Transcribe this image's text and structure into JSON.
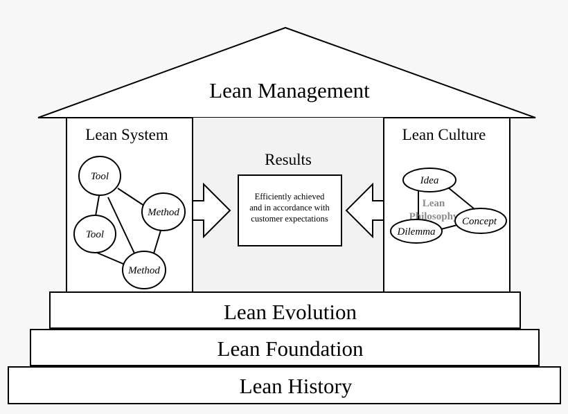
{
  "roof": {
    "title": "Lean Management"
  },
  "left_pillar": {
    "title": "Lean System",
    "nodes": [
      "Tool",
      "Method",
      "Tool",
      "Method"
    ]
  },
  "right_pillar": {
    "title": "Lean Culture",
    "nodes": [
      "Idea",
      "Concept",
      "Dilemma"
    ],
    "watermark_line1": "Lean",
    "watermark_line2": "Philosophy"
  },
  "results": {
    "title": "Results",
    "line1": "Efficiently achieved",
    "line2": "and in accordance with",
    "line3": "customer expectations"
  },
  "steps": [
    "Lean Evolution",
    "Lean Foundation",
    "Lean History"
  ],
  "colors": {
    "background": "#f7f7f7",
    "fill": "#ffffff",
    "stroke": "#000000",
    "watermark": "#8a8a8a"
  }
}
